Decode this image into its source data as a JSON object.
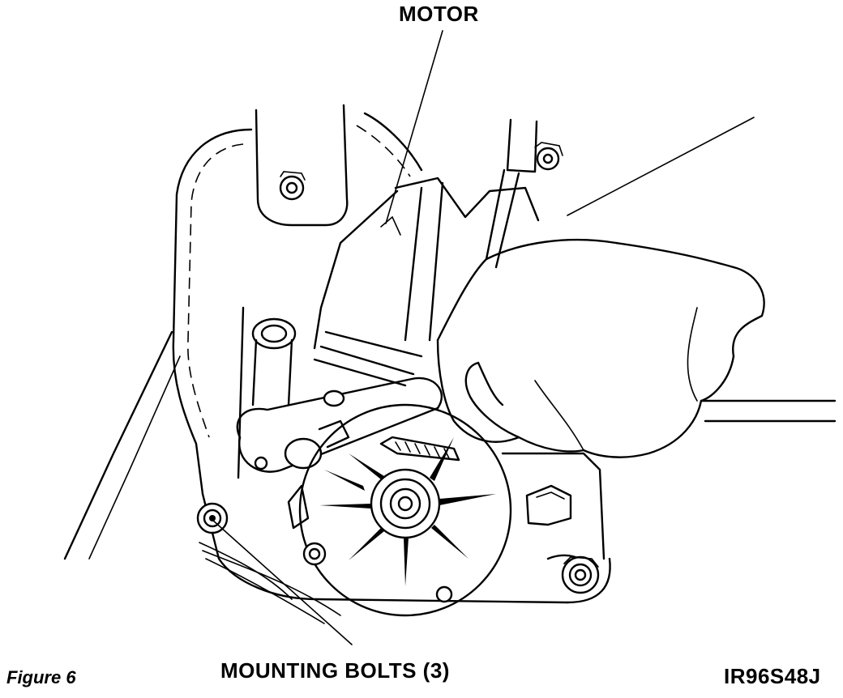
{
  "labels": {
    "motor": "MOTOR",
    "mounting_bolts": "MOUNTING BOLTS (3)",
    "figure_caption": "Figure 6",
    "figure_id": "IR96S48J"
  }
}
